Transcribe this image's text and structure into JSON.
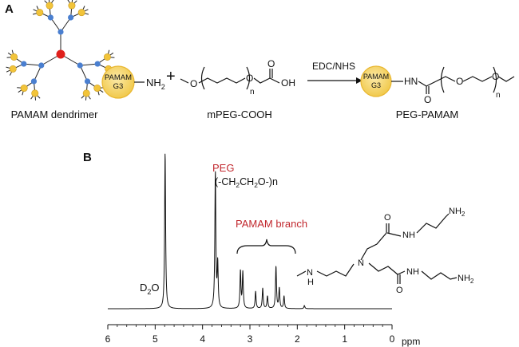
{
  "panel_a": {
    "label": "A",
    "plus": "+",
    "dendrimer_caption": "PAMAM dendrimer",
    "pamam_bubble": {
      "line1": "PAMAM",
      "line2": "G3"
    },
    "amine": "NH",
    "amine_sub": "2",
    "mpeg": {
      "caption": "mPEG-COOH",
      "methoxy": "O",
      "ether": "O",
      "repeat": "n",
      "hydroxyl": "OH",
      "carbonyl": "O"
    },
    "reaction_reagent": "EDC/NHS",
    "product": {
      "caption": "PEG-PAMAM",
      "bubble_line1": "PAMAM",
      "bubble_line2": "G3",
      "nh": "HN",
      "carbonyl": "O",
      "ether": "O",
      "repeat": "n",
      "methoxy": "O"
    },
    "colors": {
      "core": "#e0201b",
      "branch_node": "#4a7fd0",
      "terminal": "#f2c43a",
      "bubble": "#f5d772",
      "bubble_edge": "#e9b730"
    }
  },
  "panel_b": {
    "label": "B",
    "peg_label": "PEG",
    "peg_formula_prefix": "(-CH",
    "peg_formula_sub1": "2",
    "peg_formula_mid": "CH",
    "peg_formula_sub2": "2",
    "peg_formula_suffix": "O-)n",
    "branch_label": "PAMAM branch",
    "solvent": "D",
    "solvent_sub": "2",
    "solvent_suffix": "O",
    "axis_unit": "ppm",
    "colors": {
      "label_red": "#c1272d"
    },
    "branch_structure": {
      "nh2_top": "NH",
      "nh2_top_sub": "2",
      "nh_upper": "NH",
      "carbonyl_upper": "O",
      "n_center": "N",
      "left_nh": "N",
      "left_h": "H",
      "nh_lower": "NH",
      "carbonyl_lower": "O",
      "nh2_lower": "NH",
      "nh2_lower_sub": "2"
    }
  },
  "chart_data": {
    "type": "line",
    "title": "",
    "xlabel": "ppm",
    "ylabel": "",
    "xlim": [
      6,
      0
    ],
    "x_ticks": [
      "6",
      "5",
      "4",
      "3",
      "2",
      "1",
      "0"
    ],
    "peaks": [
      {
        "ppm": 4.79,
        "height": 1.0,
        "assignment": "D2O"
      },
      {
        "ppm": 3.73,
        "height": 0.87,
        "assignment": "PEG"
      },
      {
        "ppm": 3.68,
        "height": 0.28,
        "assignment": "PEG"
      },
      {
        "ppm": 3.2,
        "height": 0.24,
        "assignment": "PAMAM"
      },
      {
        "ppm": 3.15,
        "height": 0.23,
        "assignment": "PAMAM"
      },
      {
        "ppm": 2.88,
        "height": 0.11,
        "assignment": "PAMAM"
      },
      {
        "ppm": 2.73,
        "height": 0.13,
        "assignment": "PAMAM"
      },
      {
        "ppm": 2.63,
        "height": 0.08,
        "assignment": "PAMAM"
      },
      {
        "ppm": 2.45,
        "height": 0.27,
        "assignment": "PAMAM"
      },
      {
        "ppm": 2.38,
        "height": 0.13,
        "assignment": "PAMAM"
      },
      {
        "ppm": 2.28,
        "height": 0.08,
        "assignment": "PAMAM"
      },
      {
        "ppm": 1.85,
        "height": 0.02,
        "assignment": ""
      }
    ]
  }
}
